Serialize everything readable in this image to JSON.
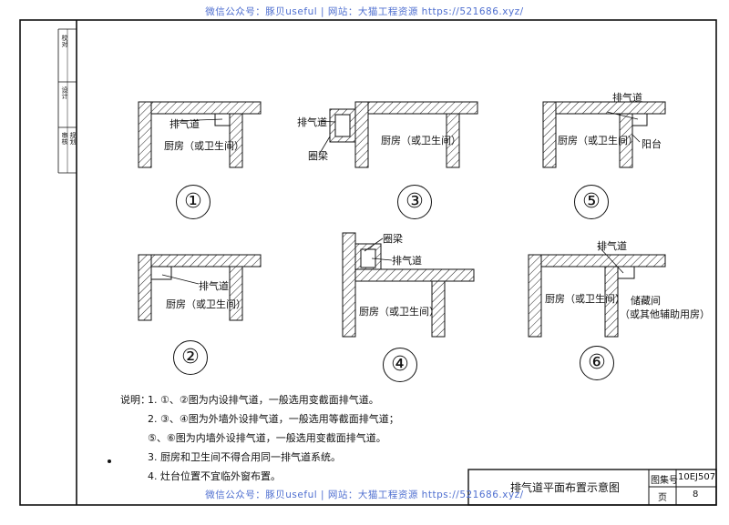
{
  "watermark_top": "微信公众号：豚贝useful | 网站：大猫工程资源 https://521686.xyz/",
  "watermark_bottom": "微信公众号：豚贝useful | 网站：大猫工程资源 https://521686.xyz/",
  "side_labels": [
    "校对",
    "设计",
    "审核",
    "规划"
  ],
  "diagrams": [
    {
      "num": "①",
      "labels": [
        "排气道",
        "厨房（或卫生间）"
      ]
    },
    {
      "num": "②",
      "labels": [
        "排气道",
        "厨房（或卫生间）"
      ]
    },
    {
      "num": "③",
      "labels": [
        "排气道",
        "圈梁",
        "厨房（或卫生间）"
      ]
    },
    {
      "num": "④",
      "labels": [
        "圈梁",
        "排气道",
        "厨房（或卫生间）"
      ]
    },
    {
      "num": "⑤",
      "labels": [
        "排气道",
        "厨房（或卫生间）",
        "阳台"
      ]
    },
    {
      "num": "⑥",
      "labels": [
        "排气道",
        "厨房（或卫生间）",
        "储藏间",
        "（或其他辅助用房）"
      ]
    }
  ],
  "notes": {
    "prefix": "说明：",
    "items": [
      "1.  ①、②图为内设排气道，一般选用变截面排气道。",
      "2.  ③、④图为外墙外设排气道，一般选用等截面排气道；",
      "     ⑤、⑥图为内墙外设排气道，一般选用变截面排气道。",
      "3.  厨房和卫生间不得合用同一排气道系统。",
      "4.  灶台位置不宜临外窗布置。"
    ]
  },
  "title_block": {
    "title": "排气道平面布置示意图",
    "atlas_label": "图集号",
    "atlas_value": "10EJ507",
    "page_label": "页",
    "page_value": "8"
  }
}
